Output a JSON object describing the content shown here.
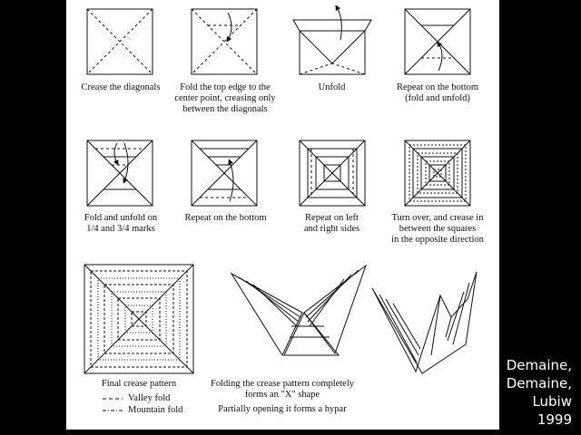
{
  "captions": {
    "step1": [
      "Crease the diagonals"
    ],
    "step2": [
      "Fold the top edge to the",
      "center point, creasing only",
      "between the diagonals"
    ],
    "step3": [
      "Unfold"
    ],
    "step4": [
      "Repeat on the bottom",
      "(fold and unfold)"
    ],
    "step5": [
      "Fold and unfold on",
      "1/4 and 3/4 marks"
    ],
    "step6": [
      "Repeat on the bottom"
    ],
    "step7": [
      "Repeat on left",
      "and right sides"
    ],
    "step8": [
      "Turn over, and crease in",
      "between the squares",
      "in the opposite direction"
    ],
    "final": [
      "Final crease pattern"
    ],
    "xshape": [
      "Folding the crease pattern completely",
      "forms an \"X\" shape"
    ],
    "hypar": [
      "Partially opening it forms a hypar"
    ]
  },
  "legend": {
    "valley": "Valley fold",
    "mountain": "Mountain fold"
  },
  "credit": [
    "Demaine,",
    "Demaine,",
    "Lubiw",
    "1999"
  ]
}
